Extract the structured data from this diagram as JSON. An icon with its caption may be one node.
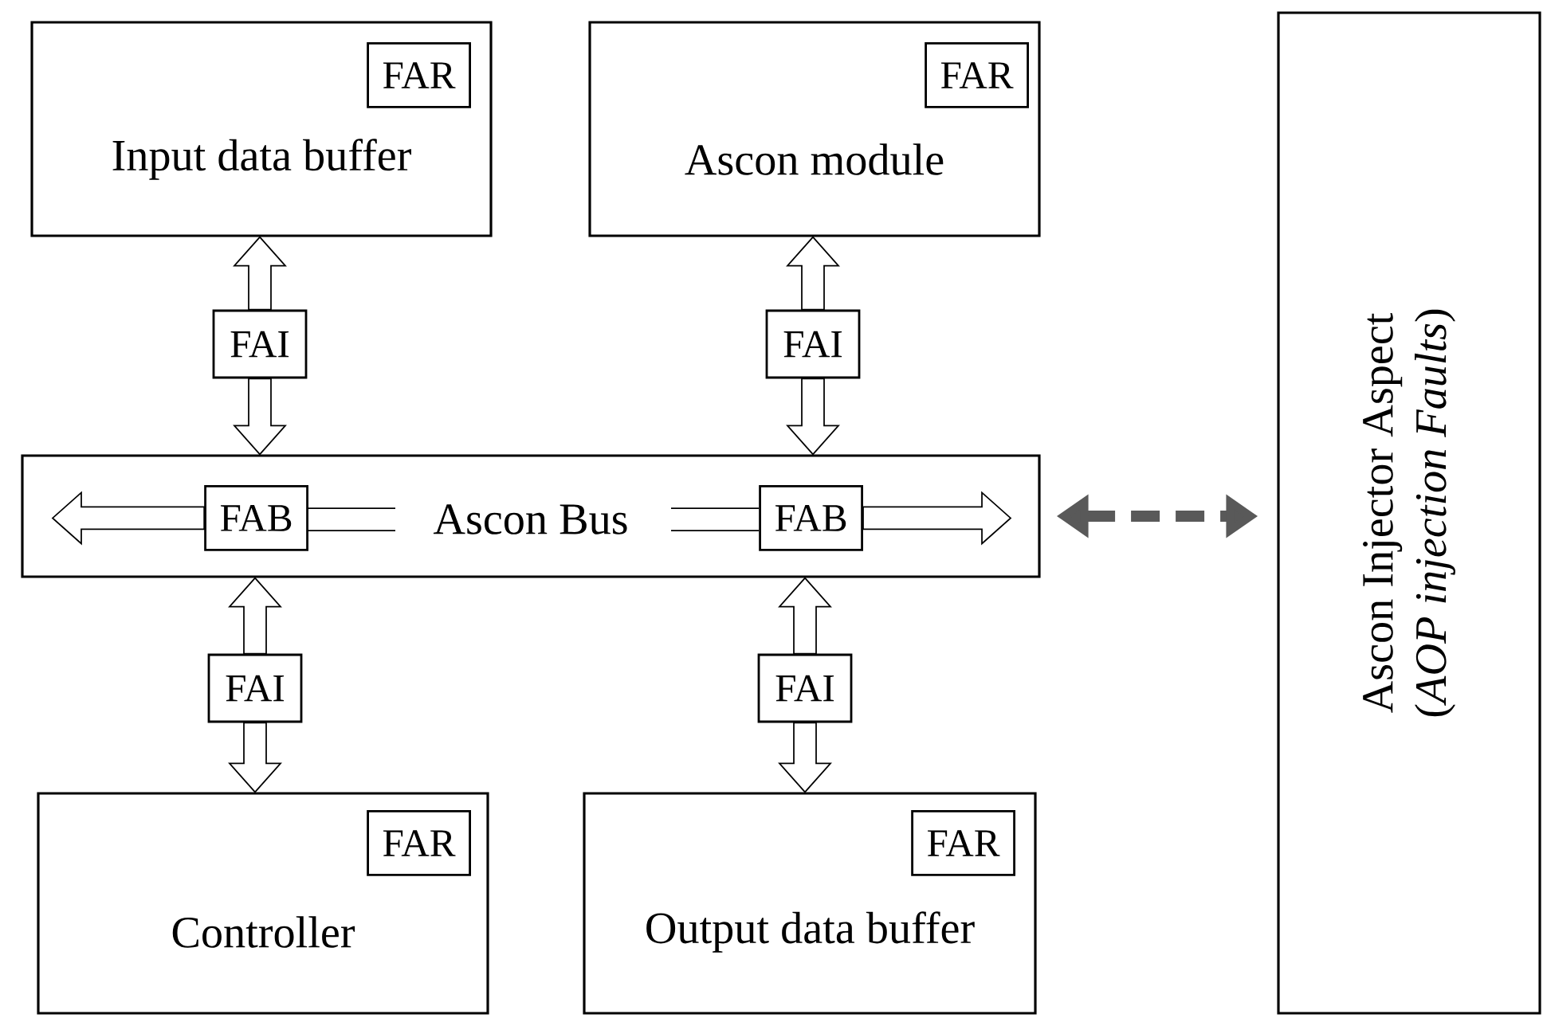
{
  "diagram": {
    "nodes": [
      {
        "text": [
          "Input data buffer"
        ]
      },
      {
        "text": [
          "FAR"
        ],
        "in": 0
      },
      {
        "text": [
          "Ascon module"
        ]
      },
      {
        "text": [
          "FAR"
        ],
        "in": 2
      },
      {
        "text": [
          "FAI"
        ]
      },
      {
        "text": [
          "FAI"
        ]
      },
      {
        "text": [
          "Ascon Bus"
        ]
      },
      {
        "text": [
          "FAB"
        ],
        "in": 6
      },
      {
        "text": [
          "FAB"
        ],
        "in": 6
      },
      {
        "text": [
          "FAI"
        ]
      },
      {
        "text": [
          "FAI"
        ]
      },
      {
        "text": [
          "Controller"
        ]
      },
      {
        "text": [
          "FAR"
        ],
        "in": 11
      },
      {
        "text": [
          "Output data buffer"
        ]
      },
      {
        "text": [
          "FAR"
        ],
        "in": 13
      },
      {
        "text": [
          "Ascon Injector Aspect",
          "(*AOP injection Faults*)"
        ]
      }
    ],
    "edges": [
      {
        "from": 4,
        "to": 0,
        "arrow": "to"
      },
      {
        "from": 4,
        "to": 6,
        "arrow": "to"
      },
      {
        "from": 5,
        "to": 2,
        "arrow": "to"
      },
      {
        "from": 5,
        "to": 6,
        "arrow": "to"
      },
      {
        "from": 7,
        "to": null,
        "arrow": "to"
      },
      {
        "from": 8,
        "to": null,
        "arrow": "to"
      },
      {
        "from": 9,
        "to": 6,
        "arrow": "to"
      },
      {
        "from": 9,
        "to": 11,
        "arrow": "to"
      },
      {
        "from": 10,
        "to": 6,
        "arrow": "to"
      },
      {
        "from": 10,
        "to": 13,
        "arrow": "to"
      },
      {
        "from": 6,
        "to": 15,
        "arrow": "both",
        "style": "dashed",
        "color": "#595959"
      }
    ]
  }
}
